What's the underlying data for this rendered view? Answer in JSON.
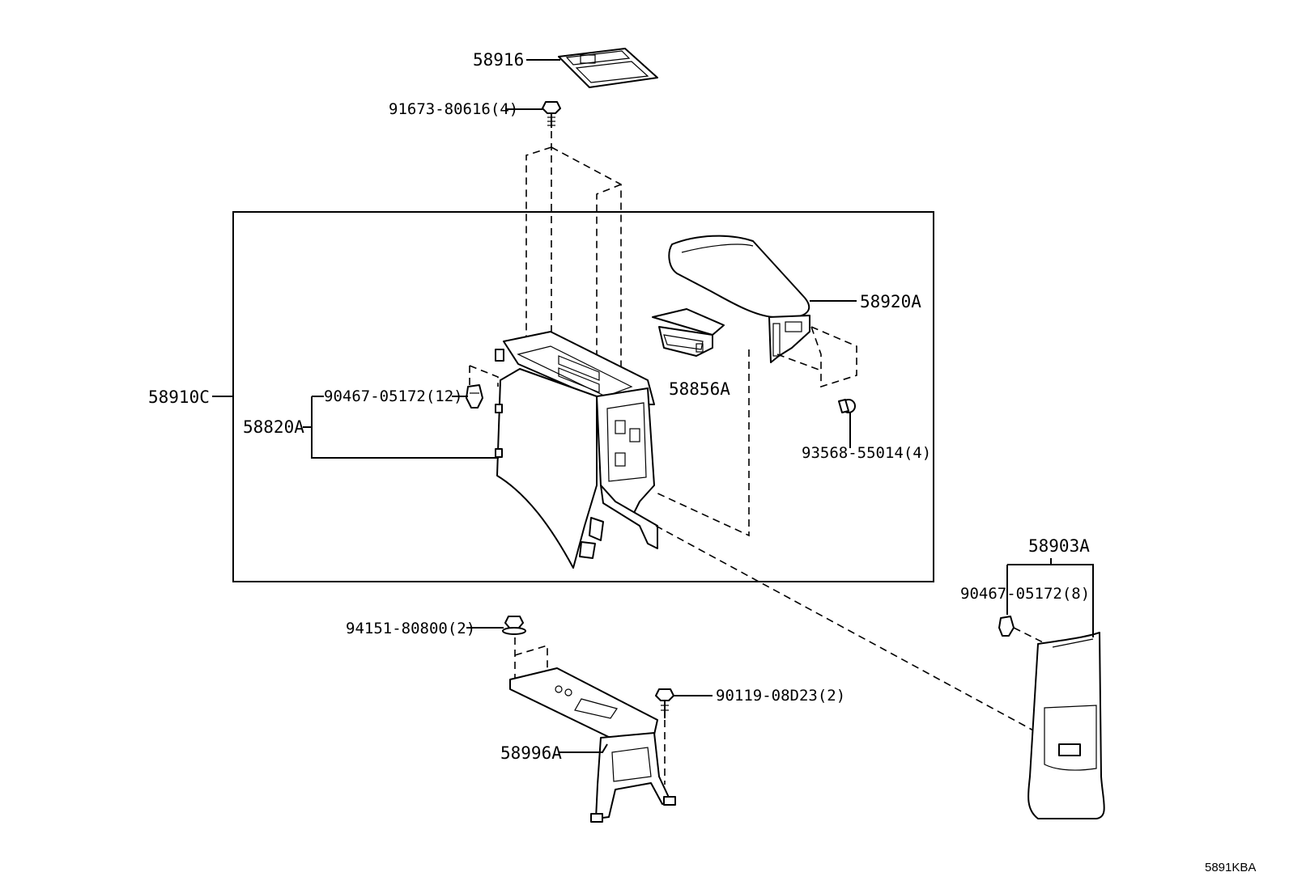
{
  "diagram_code": "5891KBA",
  "labels": {
    "p58916": "58916",
    "p91673": "91673-80616(4)",
    "p58910C": "58910C",
    "p58820A": "58820A",
    "p90467_12": "90467-05172(12)",
    "p58856A": "58856A",
    "p58920A": "58920A",
    "p93568": "93568-55014(4)",
    "p58903A": "58903A",
    "p90467_8": "90467-05172(8)",
    "p94151": "94151-80800(2)",
    "p90119": "90119-08D23(2)",
    "p58996A": "58996A"
  }
}
